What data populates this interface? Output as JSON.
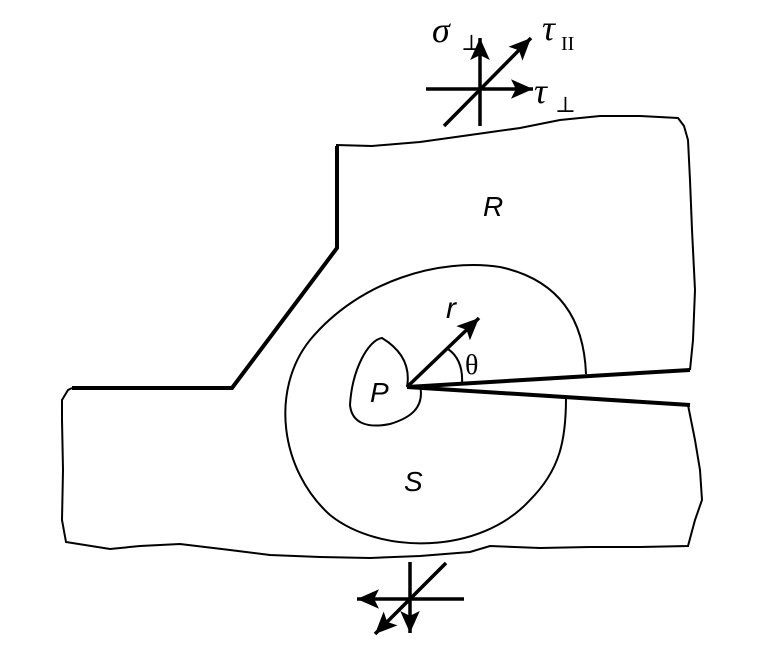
{
  "labels": {
    "sigma": "σ",
    "perp_sigma": "⊥",
    "tau_top": "τ",
    "sub_II": "II",
    "tau_right": "τ",
    "perp_tau": "⊥",
    "region_R": "R",
    "radius_r": "r",
    "theta": "θ",
    "point_P": "P",
    "region_S": "S"
  },
  "colors": {
    "stroke": "#000000",
    "background": "#ffffff"
  }
}
